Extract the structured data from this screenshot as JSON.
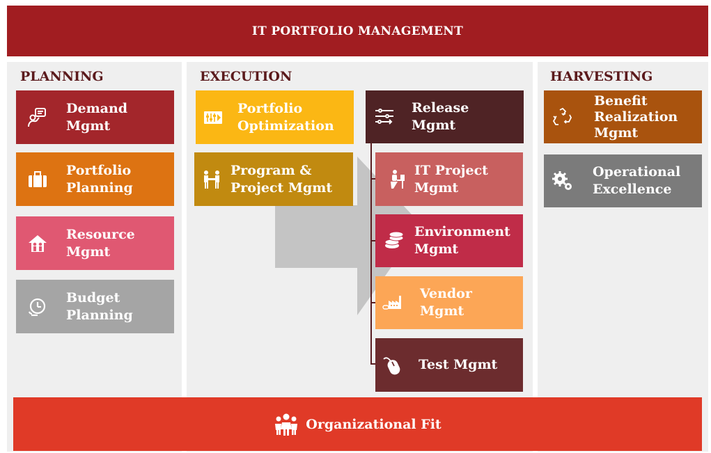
{
  "header": {
    "title": "IT PORTFOLIO MANAGEMENT"
  },
  "planning": {
    "title": "PLANNING",
    "items": [
      {
        "label": "Demand\nMgmt",
        "color": "#a3262b",
        "icon": "demand-icon"
      },
      {
        "label": "Portfolio\nPlanning",
        "color": "#dd7312",
        "icon": "briefcase-icon"
      },
      {
        "label": "Resource\nMgmt",
        "color": "#e05872",
        "icon": "house-people-icon"
      },
      {
        "label": "Budget\nPlanning",
        "color": "#a5a5a5",
        "icon": "dollar-clock-icon"
      }
    ]
  },
  "execution": {
    "title": "EXECUTION",
    "left_items": [
      {
        "label": "Portfolio\nOptimization",
        "color": "#fbb714",
        "icon": "optimization-icon"
      },
      {
        "label": "Program &\nProject Mgmt",
        "color": "#c18a10",
        "icon": "handshake-icon"
      }
    ],
    "right_items": [
      {
        "label": "Release\nMgmt",
        "color": "#4f2325",
        "icon": "sliders-icon"
      },
      {
        "label": "IT Project\nMgmt",
        "color": "#c8605f",
        "icon": "worker-desk-icon"
      },
      {
        "label": "Environment\nMgmt",
        "color": "#c02c48",
        "icon": "coins-icon"
      },
      {
        "label": "Vendor\nMgmt",
        "color": "#fca656",
        "icon": "factory-icon"
      },
      {
        "label": "Test Mgmt",
        "color": "#6c2c2e",
        "icon": "mouse-icon"
      }
    ]
  },
  "harvesting": {
    "title": "HARVESTING",
    "items": [
      {
        "label": "Benefit\nRealization\nMgmt",
        "color": "#a9530e",
        "icon": "recycle-icon"
      },
      {
        "label": "Operational\nExcellence",
        "color": "#7b7b7b",
        "icon": "gears-icon"
      }
    ]
  },
  "footer": {
    "label": "Organizational Fit",
    "color": "#e03a27",
    "icon": "team-icon"
  }
}
